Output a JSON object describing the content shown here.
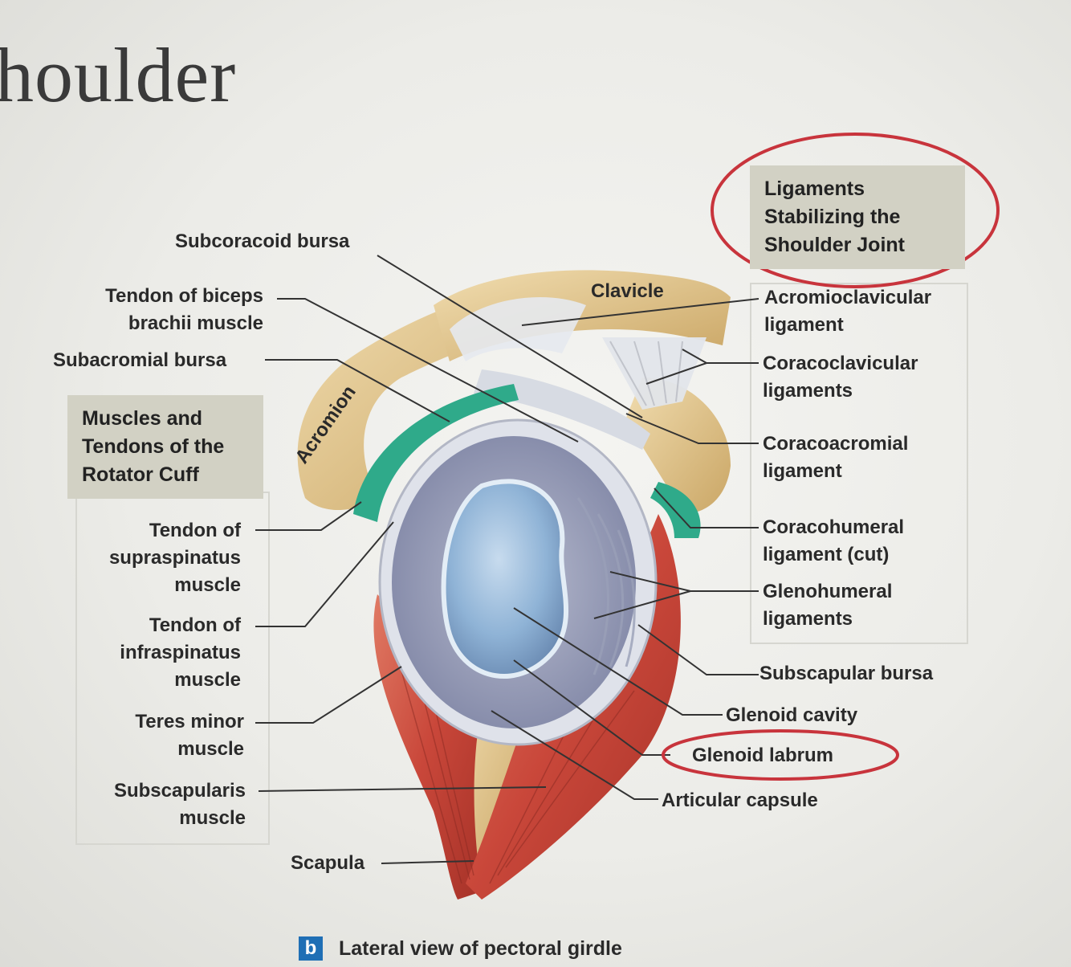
{
  "page": {
    "heading": "houlder"
  },
  "boxes": {
    "ligaments_title": "Ligaments\nStabilizing the\nShoulder Joint",
    "rotator_title": "Muscles and\nTendons of the\nRotator Cuff"
  },
  "labels": {
    "subcoracoid_bursa": "Subcoracoid bursa",
    "tendon_biceps": "Tendon of biceps\nbrachii muscle",
    "subacromial_bursa": "Subacromial bursa",
    "tendon_supraspinatus": "Tendon of\nsupraspinatus\nmuscle",
    "tendon_infraspinatus": "Tendon of\ninfraspinatus\nmuscle",
    "teres_minor": "Teres minor\nmuscle",
    "subscapularis": "Subscapularis\nmuscle",
    "scapula": "Scapula",
    "clavicle": "Clavicle",
    "acromion": "Acromion",
    "acromioclavicular": "Acromioclavicular\nligament",
    "coracoclavicular": "Coracoclavicular\nligaments",
    "coracoacromial": "Coracoacromial\nligament",
    "coracohumeral": "Coracohumeral\nligament (cut)",
    "glenohumeral": "Glenohumeral\nligaments",
    "subscapular_bursa": "Subscapular bursa",
    "glenoid_cavity": "Glenoid cavity",
    "glenoid_labrum": "Glenoid labrum",
    "articular_capsule": "Articular capsule"
  },
  "caption": {
    "badge": "b",
    "text": "Lateral view of pectoral girdle"
  },
  "colors": {
    "highlight_circle": "#c8343c",
    "muscle": "#c9473a",
    "bone": "#e0c48a",
    "tendon": "#2faa8a",
    "cavity": "#8fb3d6",
    "badge": "#1f6fb5"
  }
}
